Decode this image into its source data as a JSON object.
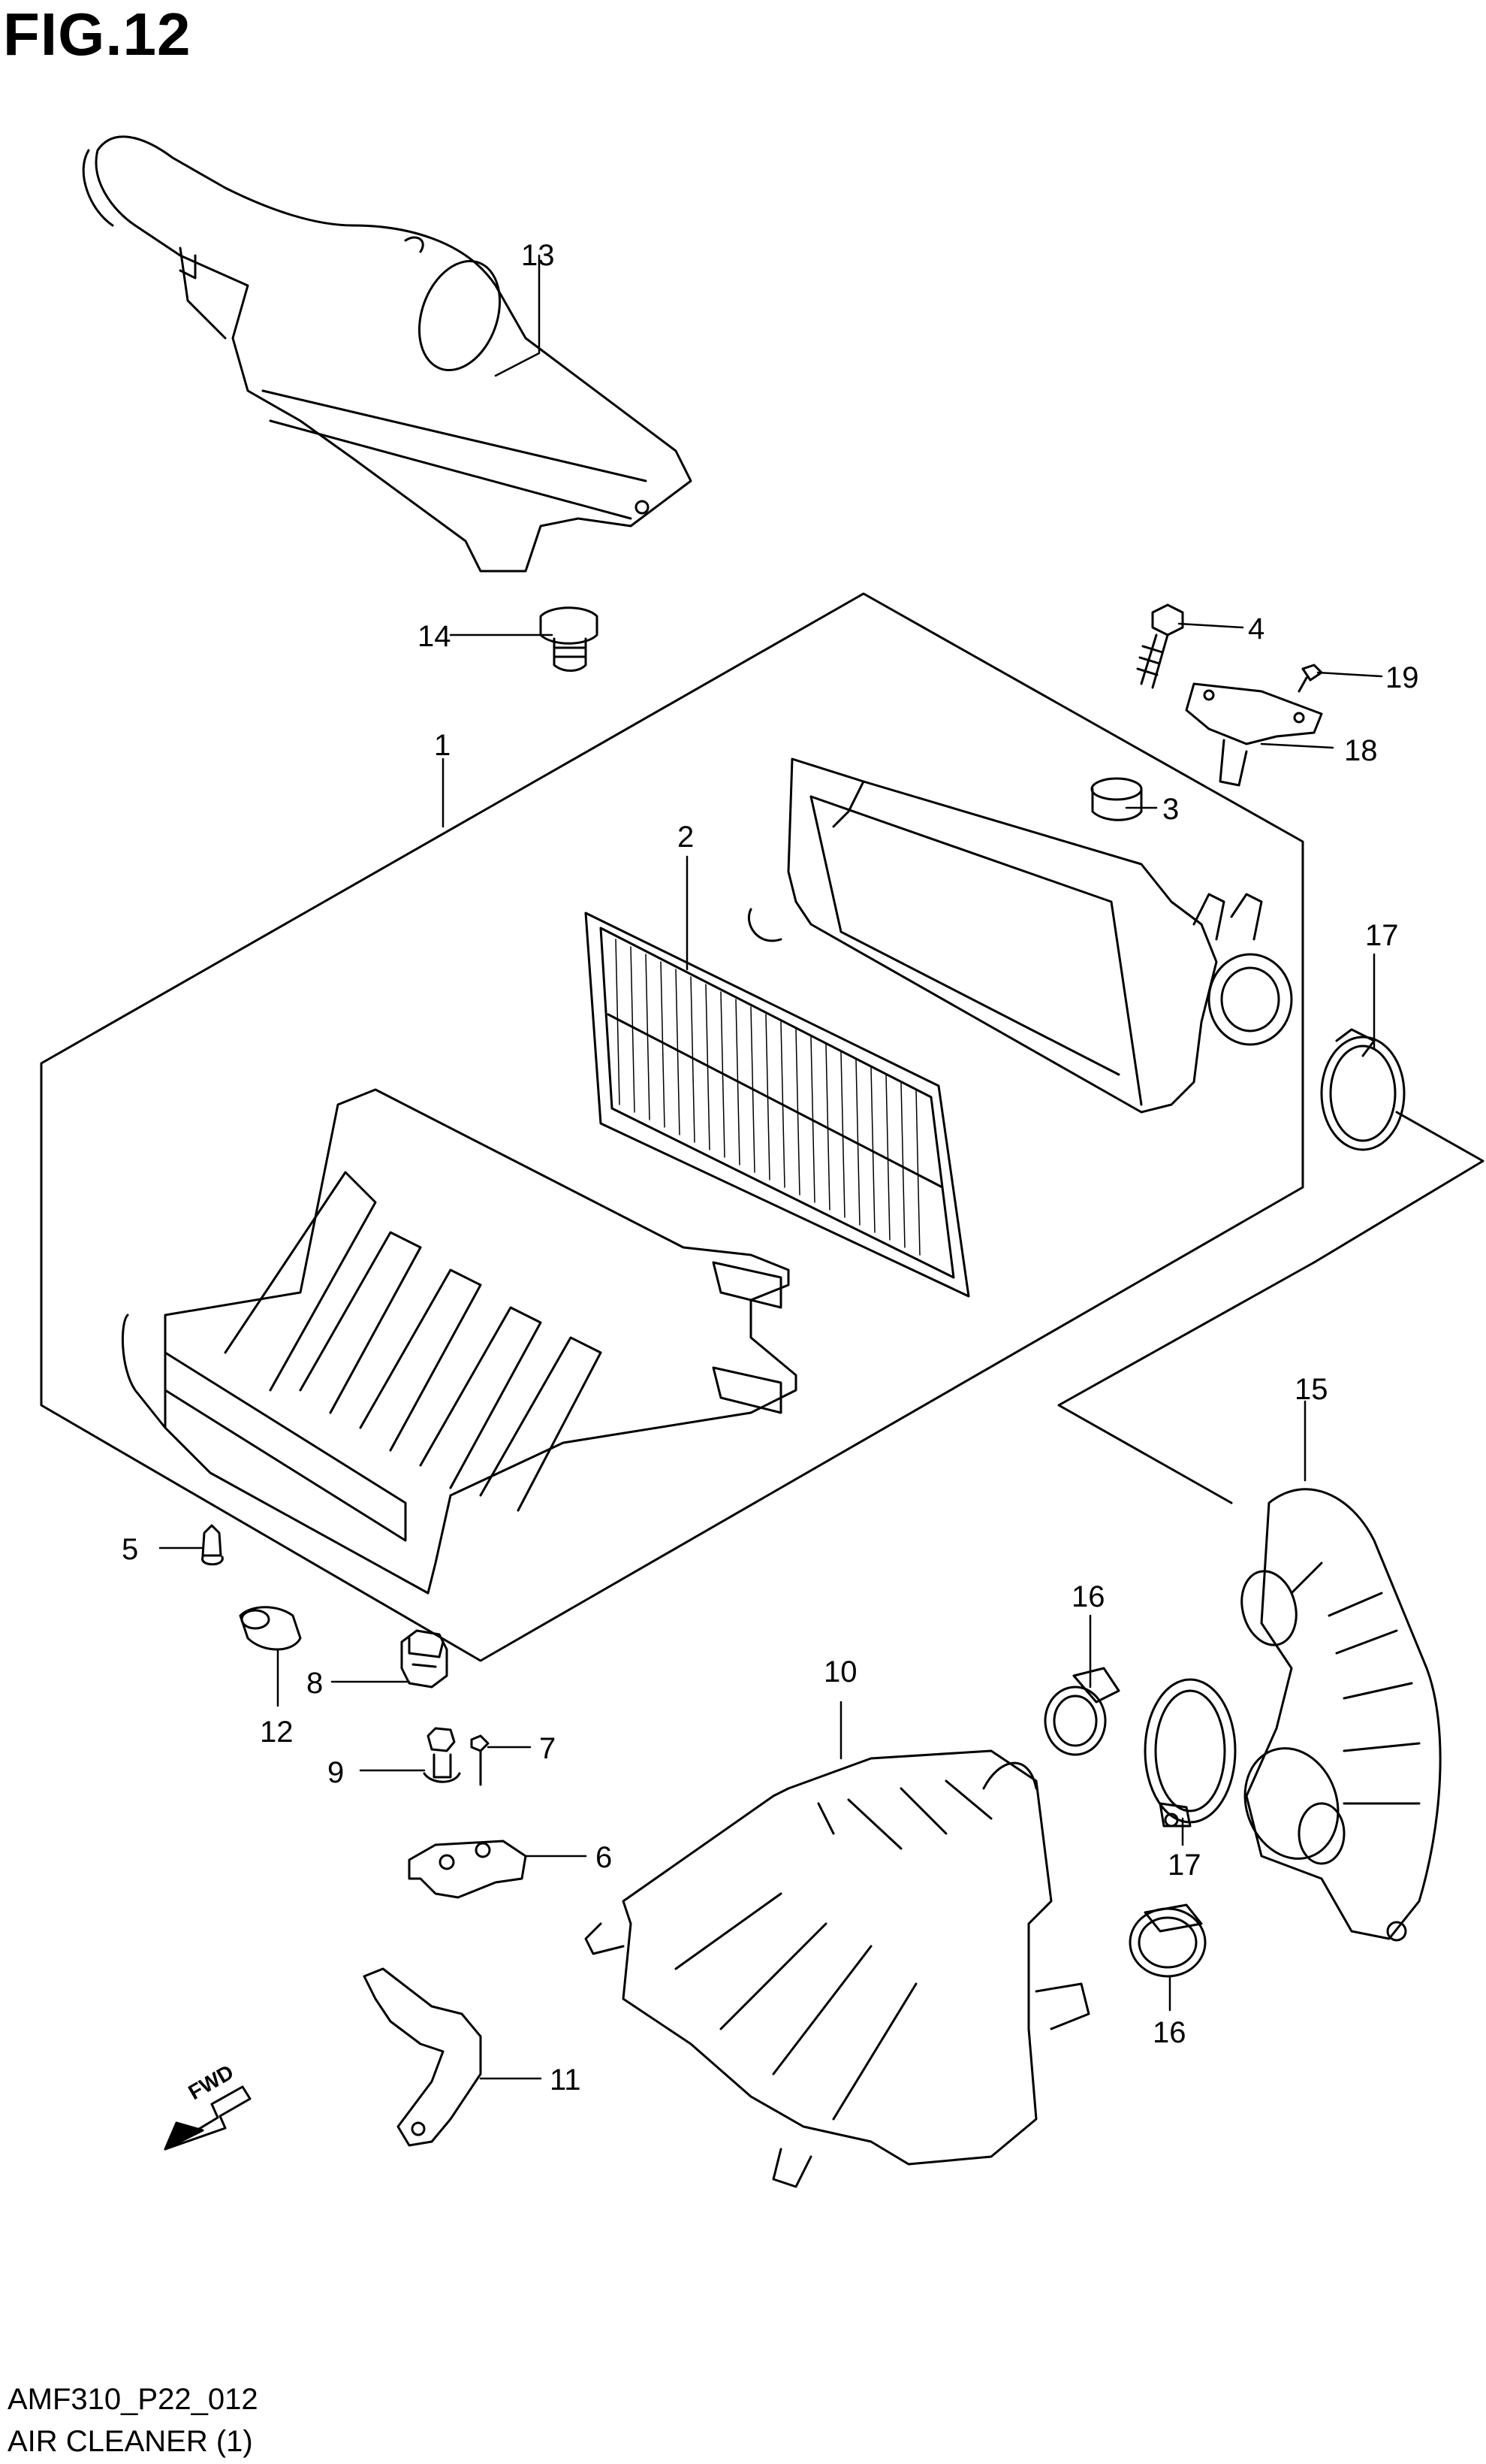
{
  "figure": {
    "title": "FIG.12"
  },
  "footer": {
    "code": "AMF310_P22_012",
    "name": "AIR CLEANER (1)"
  },
  "fwd_label": "FWD",
  "callouts": {
    "c1": "1",
    "c2": "2",
    "c3": "3",
    "c4": "4",
    "c5": "5",
    "c6": "6",
    "c7": "7",
    "c8": "8",
    "c9": "9",
    "c10": "10",
    "c11": "11",
    "c12": "12",
    "c13": "13",
    "c14": "14",
    "c15": "15",
    "c16a": "16",
    "c16b": "16",
    "c17a": "17",
    "c17b": "17",
    "c18": "18",
    "c19": "19"
  },
  "colors": {
    "line": "#000000",
    "background": "#ffffff"
  }
}
